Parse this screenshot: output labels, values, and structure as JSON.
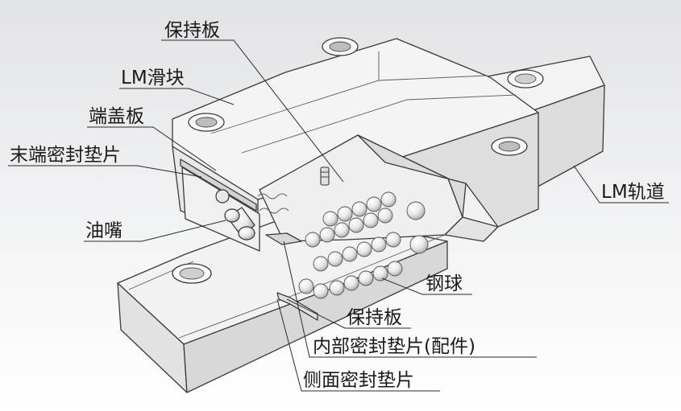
{
  "labels": {
    "retainer_top": "保持板",
    "lm_block": "LM滑块",
    "end_plate": "端盖板",
    "end_seal": "末端密封垫片",
    "grease_nipple": "油嘴",
    "lm_rail": "LM轨道",
    "balls": "钢球",
    "retainer_bottom": "保持板",
    "inner_seal": "内部密封垫片(配件)",
    "side_seal": "侧面密封垫片"
  },
  "colors": {
    "background": "#ffffff",
    "frame_gradient_top": "#e4e5e7",
    "part_face": "#e6e6e6",
    "part_top": "#f4f4f4",
    "part_shadow": "#cfcfcf",
    "outline": "#3a3a3a",
    "text": "#1a1a1a"
  }
}
